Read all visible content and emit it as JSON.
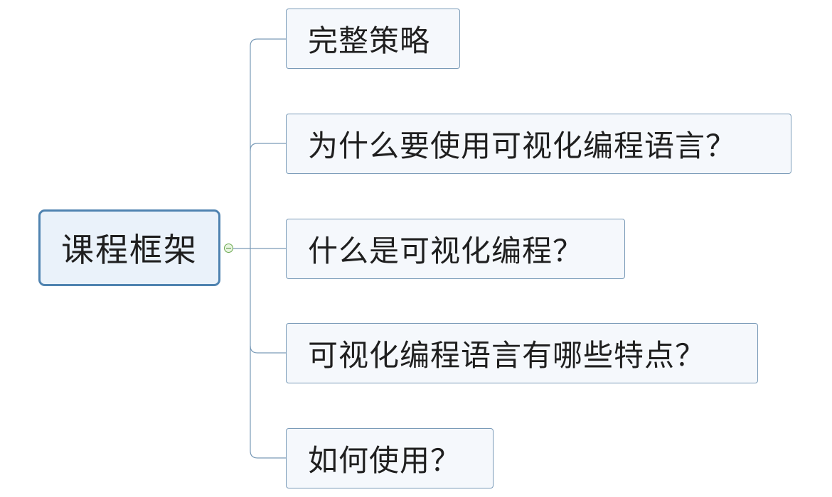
{
  "mindmap": {
    "root": {
      "label": "课程框架"
    },
    "children": [
      {
        "label": "完整策略"
      },
      {
        "label": "为什么要使用可视化编程语言？"
      },
      {
        "label": "什么是可视化编程？"
      },
      {
        "label": "可视化编程语言有哪些特点？"
      },
      {
        "label": "如何使用？"
      }
    ],
    "colors": {
      "root_border": "#4f83b0",
      "root_fill": "#eaf2fa",
      "child_border": "#7a9bb8",
      "child_fill": "#f5f8fc",
      "connector": "#7a9bb8",
      "toggle": "#6aa84f"
    }
  }
}
